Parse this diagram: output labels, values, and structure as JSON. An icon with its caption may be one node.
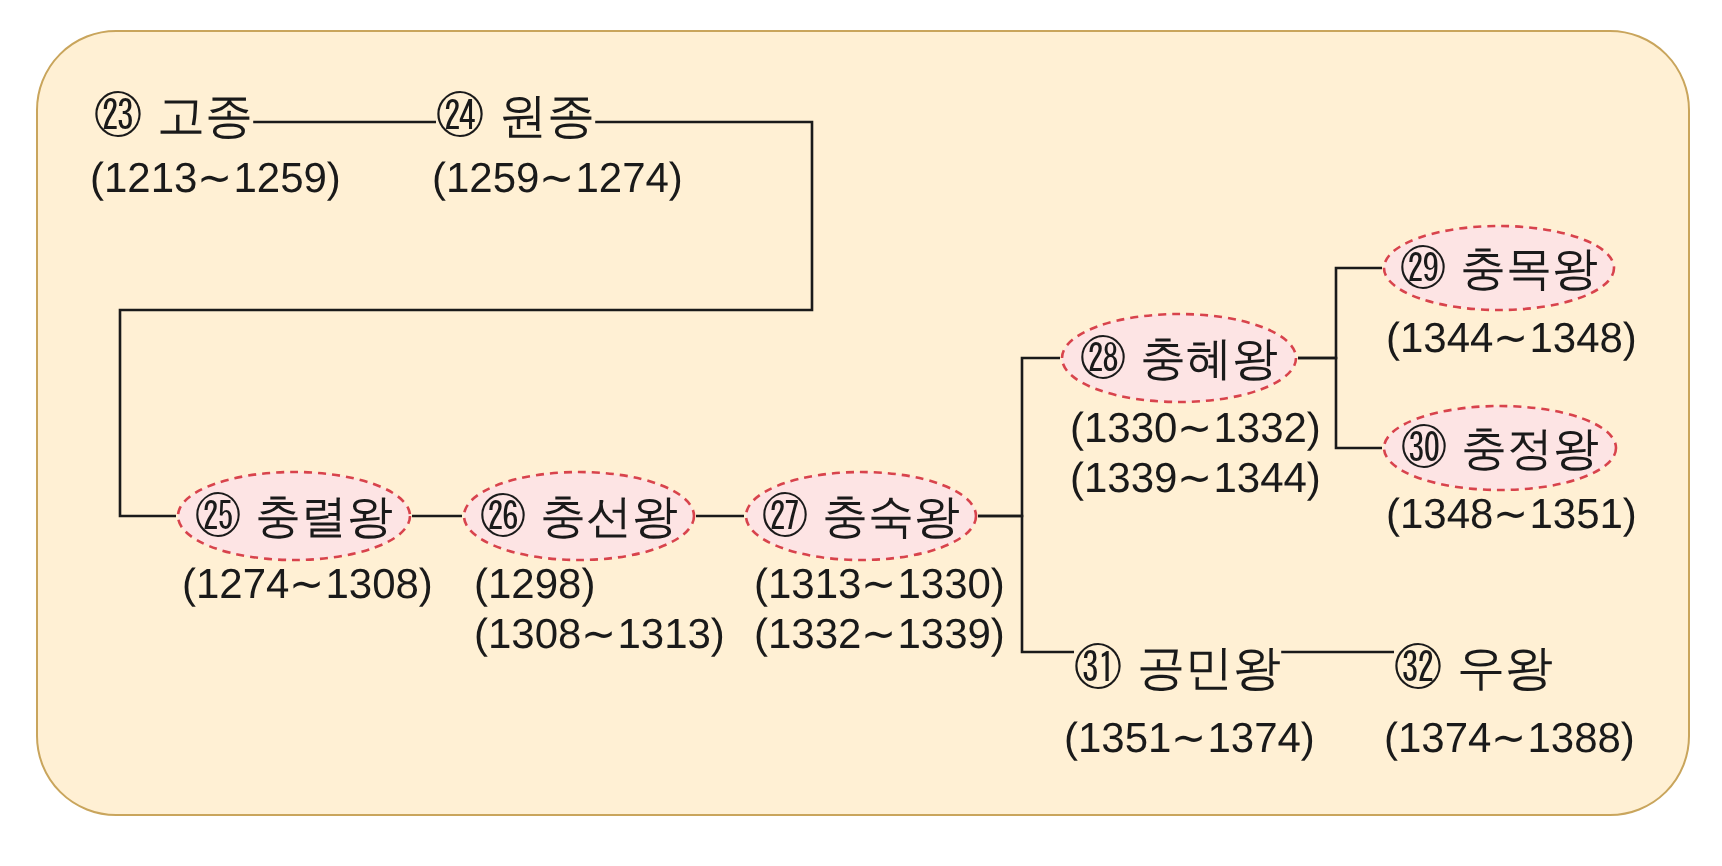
{
  "diagram": {
    "nodes": [
      {
        "text": [
          "㉓ 고종"
        ],
        "beside": [
          "(1213∼1259)"
        ]
      },
      {
        "text": [
          "㉔ 원종"
        ],
        "beside": [
          "(1259∼1274)"
        ]
      },
      {
        "text": [
          "㉕ 충렬왕"
        ],
        "beside": [
          "(1274∼1308)"
        ]
      },
      {
        "text": [
          "㉖ 충선왕"
        ],
        "beside": [
          "(1298)",
          "(1308∼1313)"
        ]
      },
      {
        "text": [
          "㉗ 충숙왕"
        ],
        "beside": [
          "(1313∼1330)",
          "(1332∼1339)"
        ]
      },
      {
        "text": [
          "㉘ 충혜왕"
        ],
        "beside": [
          "(1330∼1332)",
          "(1339∼1344)"
        ]
      },
      {
        "text": [
          "㉙ 충목왕"
        ],
        "beside": [
          "(1344∼1348)"
        ]
      },
      {
        "text": [
          "㉚ 충정왕"
        ],
        "beside": [
          "(1348∼1351)"
        ]
      },
      {
        "text": [
          "㉛ 공민왕"
        ],
        "beside": [
          "(1351∼1374)"
        ]
      },
      {
        "text": [
          "㉜ 우왕"
        ],
        "beside": [
          "(1374∼1388)"
        ]
      }
    ],
    "edges": [
      {
        "from": 0,
        "to": 1,
        "arrow": "none"
      },
      {
        "from": 1,
        "to": 2,
        "arrow": "none"
      },
      {
        "from": 2,
        "to": 3,
        "arrow": "none"
      },
      {
        "from": 3,
        "to": 4,
        "arrow": "none"
      },
      {
        "from": 4,
        "to": 5,
        "arrow": "none"
      },
      {
        "from": 4,
        "to": 8,
        "arrow": "none"
      },
      {
        "from": 5,
        "to": 6,
        "arrow": "none"
      },
      {
        "from": 5,
        "to": 7,
        "arrow": "none"
      },
      {
        "from": 8,
        "to": 9,
        "arrow": "none"
      }
    ]
  }
}
